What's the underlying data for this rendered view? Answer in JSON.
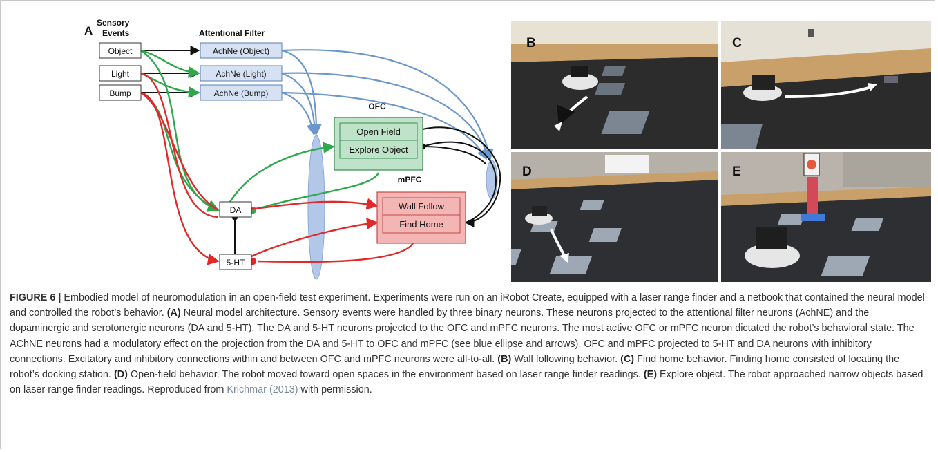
{
  "diagram": {
    "panel_label": "A",
    "sensory_title_line1": "Sensory",
    "sensory_title_line2": "Events",
    "attentional_title": "Attentional Filter",
    "sensors": [
      "Object",
      "Light",
      "Bump"
    ],
    "filters": [
      "AchNe (Object)",
      "AchNe (Light)",
      "AchNe (Bump)"
    ],
    "ofc_title": "OFC",
    "ofc_items": [
      "Open Field",
      "Explore Object"
    ],
    "mpfc_title": "mPFC",
    "mpfc_items": [
      "Wall Follow",
      "Find Home"
    ],
    "da_label": "DA",
    "ht_label": "5-HT",
    "colors": {
      "green": "#2ea84a",
      "red": "#e02a2a",
      "blue": "#7aa6d6",
      "ellipse": "#b3c7e8",
      "ofc_fill": "#bfe3c8",
      "ofc_border": "#3a8d52",
      "mpfc_fill": "#f4b5b5",
      "mpfc_border": "#c24a4a",
      "filter_fill": "#d6e2f3",
      "filter_border": "#5a7fb0"
    }
  },
  "photos": {
    "labels": [
      "B",
      "C",
      "D",
      "E"
    ]
  },
  "caption": {
    "figure_label": "FIGURE 6 |",
    "segments": [
      {
        "t": "Embodied model of neuromodulation in an open-field test experiment. Experiments were run on an iRobot Create, equipped with a laser range finder and a netbook that contained the neural model and controlled the robot’s behavior. ",
        "s": "n"
      },
      {
        "t": "(A)",
        "s": "b"
      },
      {
        "t": " Neural model architecture. Sensory events were handled by three binary neurons. These neurons projected to the attentional filter neurons (AchNE) and the dopaminergic and serotonergic neurons (DA and 5-HT). The DA and 5-HT neurons projected to the OFC and mPFC neurons. The most active OFC or mPFC neuron dictated the robot’s behavioral state. The AChNE neurons had a modulatory effect on the projection from the DA and 5-HT to OFC and mPFC (see blue ellipse and arrows). OFC and mPFC projected to 5-HT and DA neurons with inhibitory connections. Excitatory and inhibitory connections within and between OFC and mPFC neurons were all-to-all. ",
        "s": "n"
      },
      {
        "t": "(B)",
        "s": "b"
      },
      {
        "t": " Wall following behavior. ",
        "s": "n"
      },
      {
        "t": "(C)",
        "s": "b"
      },
      {
        "t": " Find home behavior. Finding home consisted of locating the robot’s docking station. ",
        "s": "n"
      },
      {
        "t": "(D)",
        "s": "b"
      },
      {
        "t": " Open-field behavior. The robot moved toward open spaces in the environment based on laser range finder readings. ",
        "s": "n"
      },
      {
        "t": "(E)",
        "s": "b"
      },
      {
        "t": " Explore object. The robot approached narrow objects based on laser range finder readings. Reproduced from ",
        "s": "n"
      },
      {
        "t": "Krichmar (2013)",
        "s": "c"
      },
      {
        "t": " with permission.",
        "s": "n"
      }
    ]
  }
}
